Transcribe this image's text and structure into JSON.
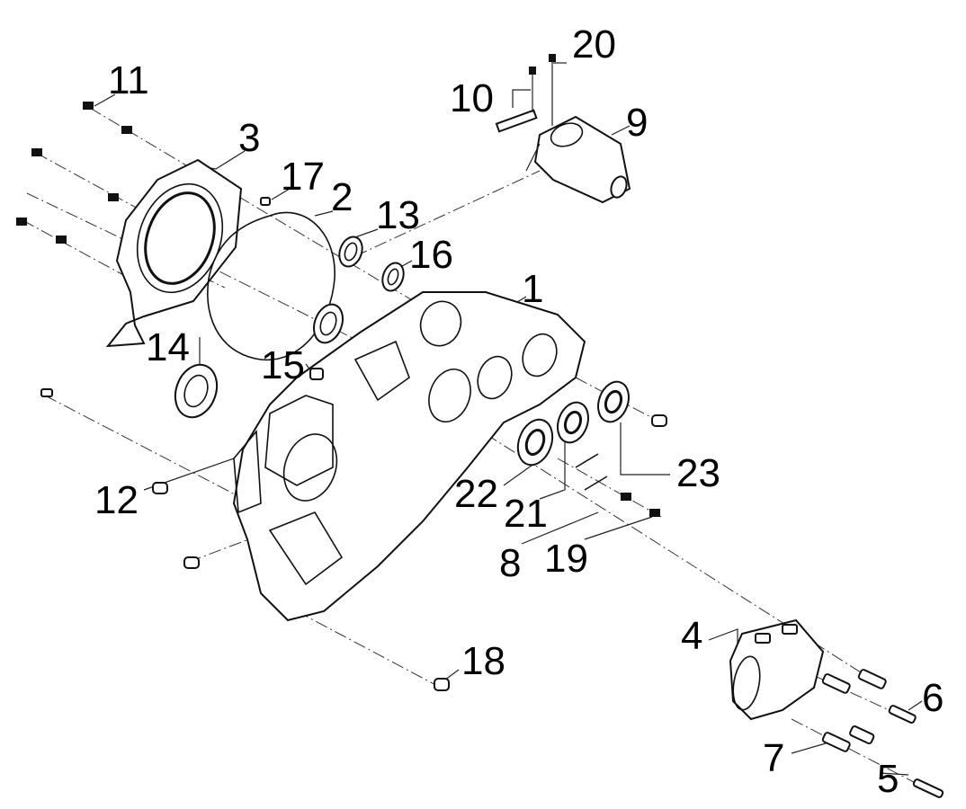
{
  "diagram": {
    "callouts": [
      {
        "id": "1",
        "text": "1"
      },
      {
        "id": "2",
        "text": "2"
      },
      {
        "id": "3",
        "text": "3"
      },
      {
        "id": "4",
        "text": "4"
      },
      {
        "id": "5",
        "text": "5"
      },
      {
        "id": "6",
        "text": "6"
      },
      {
        "id": "7",
        "text": "7"
      },
      {
        "id": "8",
        "text": "8"
      },
      {
        "id": "9",
        "text": "9"
      },
      {
        "id": "10",
        "text": "10"
      },
      {
        "id": "11",
        "text": "11"
      },
      {
        "id": "12",
        "text": "12"
      },
      {
        "id": "13",
        "text": "13"
      },
      {
        "id": "14",
        "text": "14"
      },
      {
        "id": "15",
        "text": "15"
      },
      {
        "id": "16",
        "text": "16"
      },
      {
        "id": "17",
        "text": "17"
      },
      {
        "id": "18",
        "text": "18"
      },
      {
        "id": "19",
        "text": "19"
      },
      {
        "id": "20",
        "text": "20"
      },
      {
        "id": "21",
        "text": "21"
      },
      {
        "id": "22",
        "text": "22"
      },
      {
        "id": "23",
        "text": "23"
      }
    ],
    "colors": {
      "line": "#222222",
      "background": "#ffffff"
    }
  }
}
